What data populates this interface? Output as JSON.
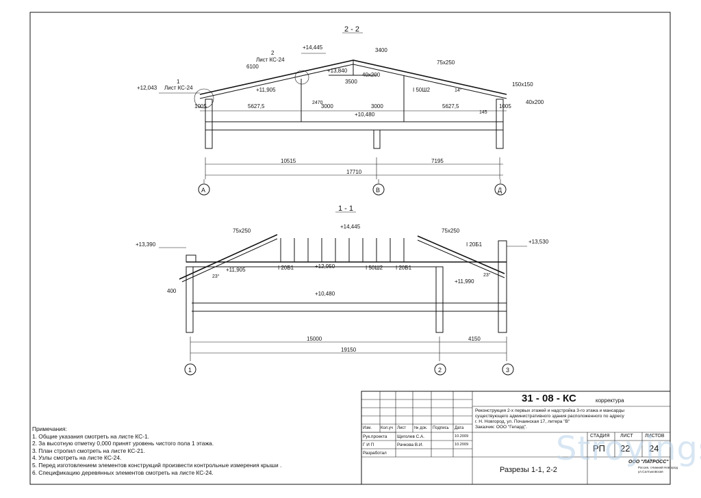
{
  "section22": {
    "title": "2 - 2",
    "dims_top": [
      "3400",
      "6100",
      "+14,445",
      "75x250",
      "+13,840",
      "40x200",
      "3500"
    ],
    "labels": [
      "2",
      "Лист КС-24",
      "1",
      "Лист КС-24",
      "+12,043",
      "+11,905",
      "I 50Ш2",
      "150x150",
      "40x200",
      "14°",
      "1005",
      "5627,5",
      "2470",
      "3000",
      "3000",
      "5627,5",
      "145",
      "1005",
      "+10,480"
    ],
    "dims_bottom": [
      "10515",
      "7195",
      "17710"
    ],
    "axes": [
      "А",
      "В",
      "Д"
    ]
  },
  "section11": {
    "title": "1 - 1",
    "labels": [
      "75x250",
      "+14,445",
      "75x250",
      "+13,390",
      "I 20Б1",
      "+13,530",
      "I 20Б1",
      "+12,950",
      "I 50Ш2",
      "I 20Б1",
      "+11,905",
      "23°",
      "+11,990",
      "23°",
      "400",
      "+10,480"
    ],
    "dims_bottom": [
      "15000",
      "4150",
      "19150"
    ],
    "axes": [
      "1",
      "2",
      "3"
    ]
  },
  "notes": {
    "title": "Примечания:",
    "items": [
      "1. Общие указания смотреть на листе КС-1.",
      "2. За высотную отметку 0,000 принят уровень чистого пола 1 этажа.",
      "3. План стропил смотреть на листе КС-21.",
      "4. Узлы смотреть на листе КС-24.",
      "5. Перед изготовлением элементов конструкций произвести контрольные измерения крыши .",
      "6. Спецификацию деревянных элементов смотреть на листе КС-24."
    ]
  },
  "titleblock": {
    "code": "31 - 08 - КС",
    "code_suffix": "корректура",
    "description": [
      "Реконструкция 2-х первых этажей и надстройка 3-го этажа и мансарды",
      "существующего административного здания расположенного по адресу",
      "г. Н. Новгород, ул. Почаинская 17, литера \"В\"",
      "Заказчик: ООО \"Гепард\"."
    ],
    "header_cols": [
      "Изм.",
      "Кол.уч",
      "Лист",
      "№ док.",
      "Подпись",
      "Дата"
    ],
    "rows": [
      {
        "role": "Рук.проекта",
        "name": "Щиголев С.А.",
        "date": "10.2009"
      },
      {
        "role": "Г И П",
        "name": "Рачкова В.И.",
        "date": "10.2009"
      },
      {
        "role": "Разработал",
        "name": "",
        "date": ""
      }
    ],
    "stage_label": "СТАДИЯ",
    "sheet_label": "ЛИСТ",
    "sheets_label": "ЛИСТОВ",
    "stage": "РП",
    "sheet": "22",
    "sheets": "24",
    "drawing_title": "Разрезы 1-1, 2-2",
    "company": "ООО \"ЛАТРОСС\"",
    "company_lines": [
      "Россия, г.Нижний Новгород",
      "ул.Салтыковская"
    ]
  },
  "watermark": "Stroyings"
}
